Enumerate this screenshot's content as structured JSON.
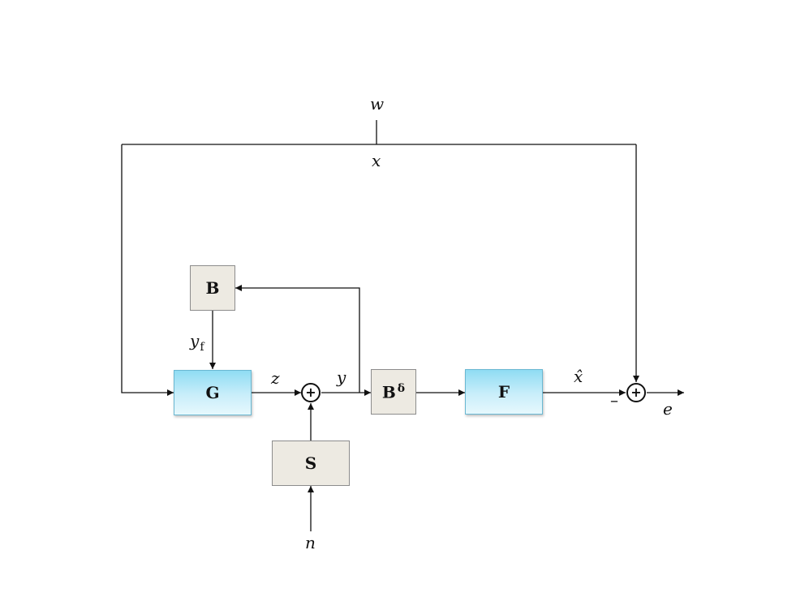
{
  "blocks": {
    "G": "G",
    "B": "B",
    "B_delta_base": "B",
    "B_delta_sup": "δ",
    "F": "F",
    "S": "S"
  },
  "signals": {
    "w": "w",
    "x": "x",
    "z": "z",
    "y": "y",
    "y_f_base": "y",
    "y_f_sub": "f",
    "x_hat": "x̂",
    "e": "e",
    "n": "n",
    "minus": "–"
  },
  "summing_junctions": {
    "left": "+",
    "right": "+"
  }
}
